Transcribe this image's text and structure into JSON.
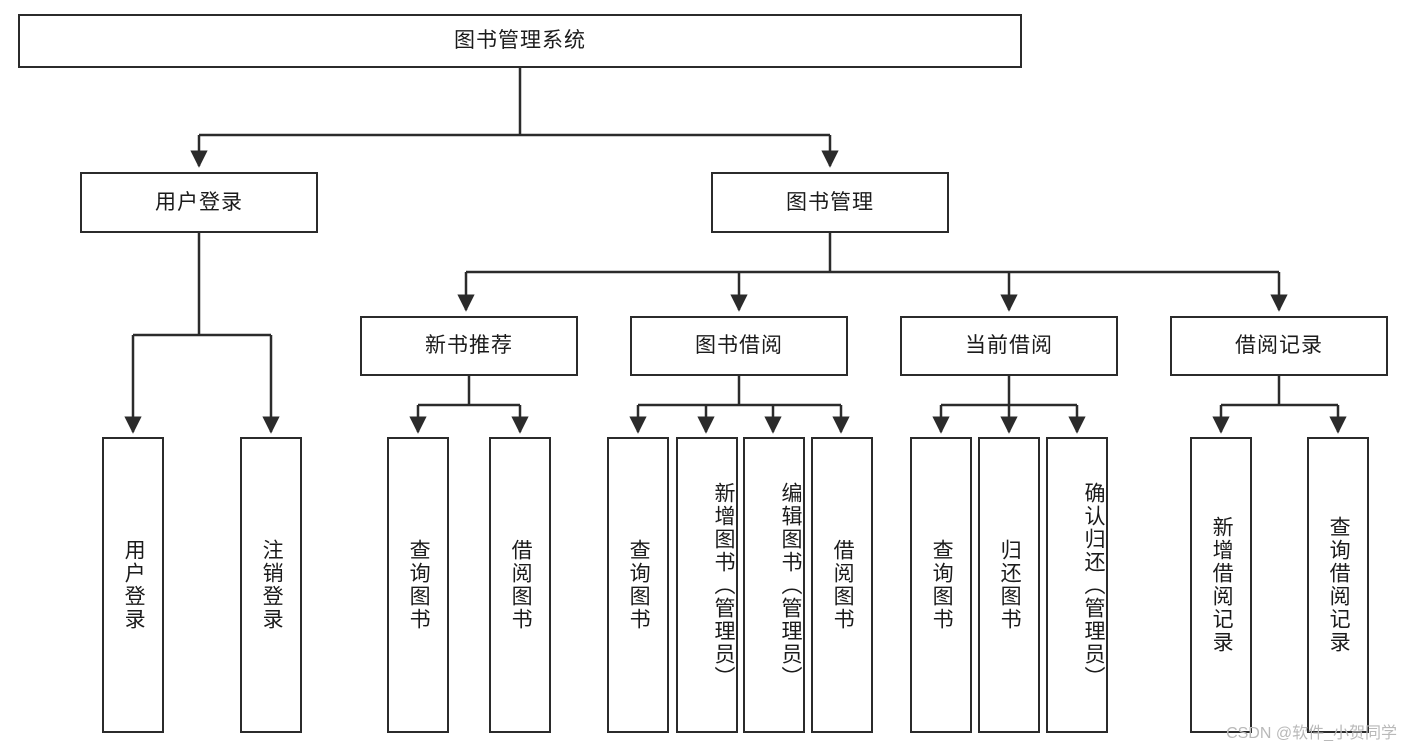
{
  "diagram": {
    "type": "tree-hierarchy",
    "title": "图书管理系统",
    "watermark": "CSDN @软件_小贺同学",
    "colors": {
      "stroke": "#2b2b2b",
      "fill": "#ffffff",
      "text": "#1b1b1b",
      "watermark": "#b9b9b9"
    },
    "nodes": {
      "root": {
        "label": "图书管理系统"
      },
      "level2": [
        {
          "id": "user-login",
          "label": "用户登录"
        },
        {
          "id": "book-manage",
          "label": "图书管理"
        }
      ],
      "level3": [
        {
          "id": "new-book-recommend",
          "label": "新书推荐"
        },
        {
          "id": "book-borrow",
          "label": "图书借阅"
        },
        {
          "id": "current-borrow",
          "label": "当前借阅"
        },
        {
          "id": "borrow-record",
          "label": "借阅记录"
        }
      ],
      "leaves": {
        "user-login": [
          {
            "id": "leaf-user-login",
            "label": "用户登录"
          },
          {
            "id": "leaf-logout",
            "label": "注销登录"
          }
        ],
        "new-book-recommend": [
          {
            "id": "leaf-query-book-1",
            "label": "查询图书"
          },
          {
            "id": "leaf-borrow-book-1",
            "label": "借阅图书"
          }
        ],
        "book-borrow": [
          {
            "id": "leaf-query-book-2",
            "label": "查询图书"
          },
          {
            "id": "leaf-add-book",
            "label": "新增图书（管理员）"
          },
          {
            "id": "leaf-edit-book",
            "label": "编辑图书（管理员）"
          },
          {
            "id": "leaf-borrow-book-2",
            "label": "借阅图书"
          }
        ],
        "current-borrow": [
          {
            "id": "leaf-query-book-3",
            "label": "查询图书"
          },
          {
            "id": "leaf-return-book",
            "label": "归还图书"
          },
          {
            "id": "leaf-confirm-return",
            "label": "确认归还（管理员）"
          }
        ],
        "borrow-record": [
          {
            "id": "leaf-add-record",
            "label": "新增借阅记录"
          },
          {
            "id": "leaf-query-record",
            "label": "查询借阅记录"
          }
        ]
      }
    }
  }
}
